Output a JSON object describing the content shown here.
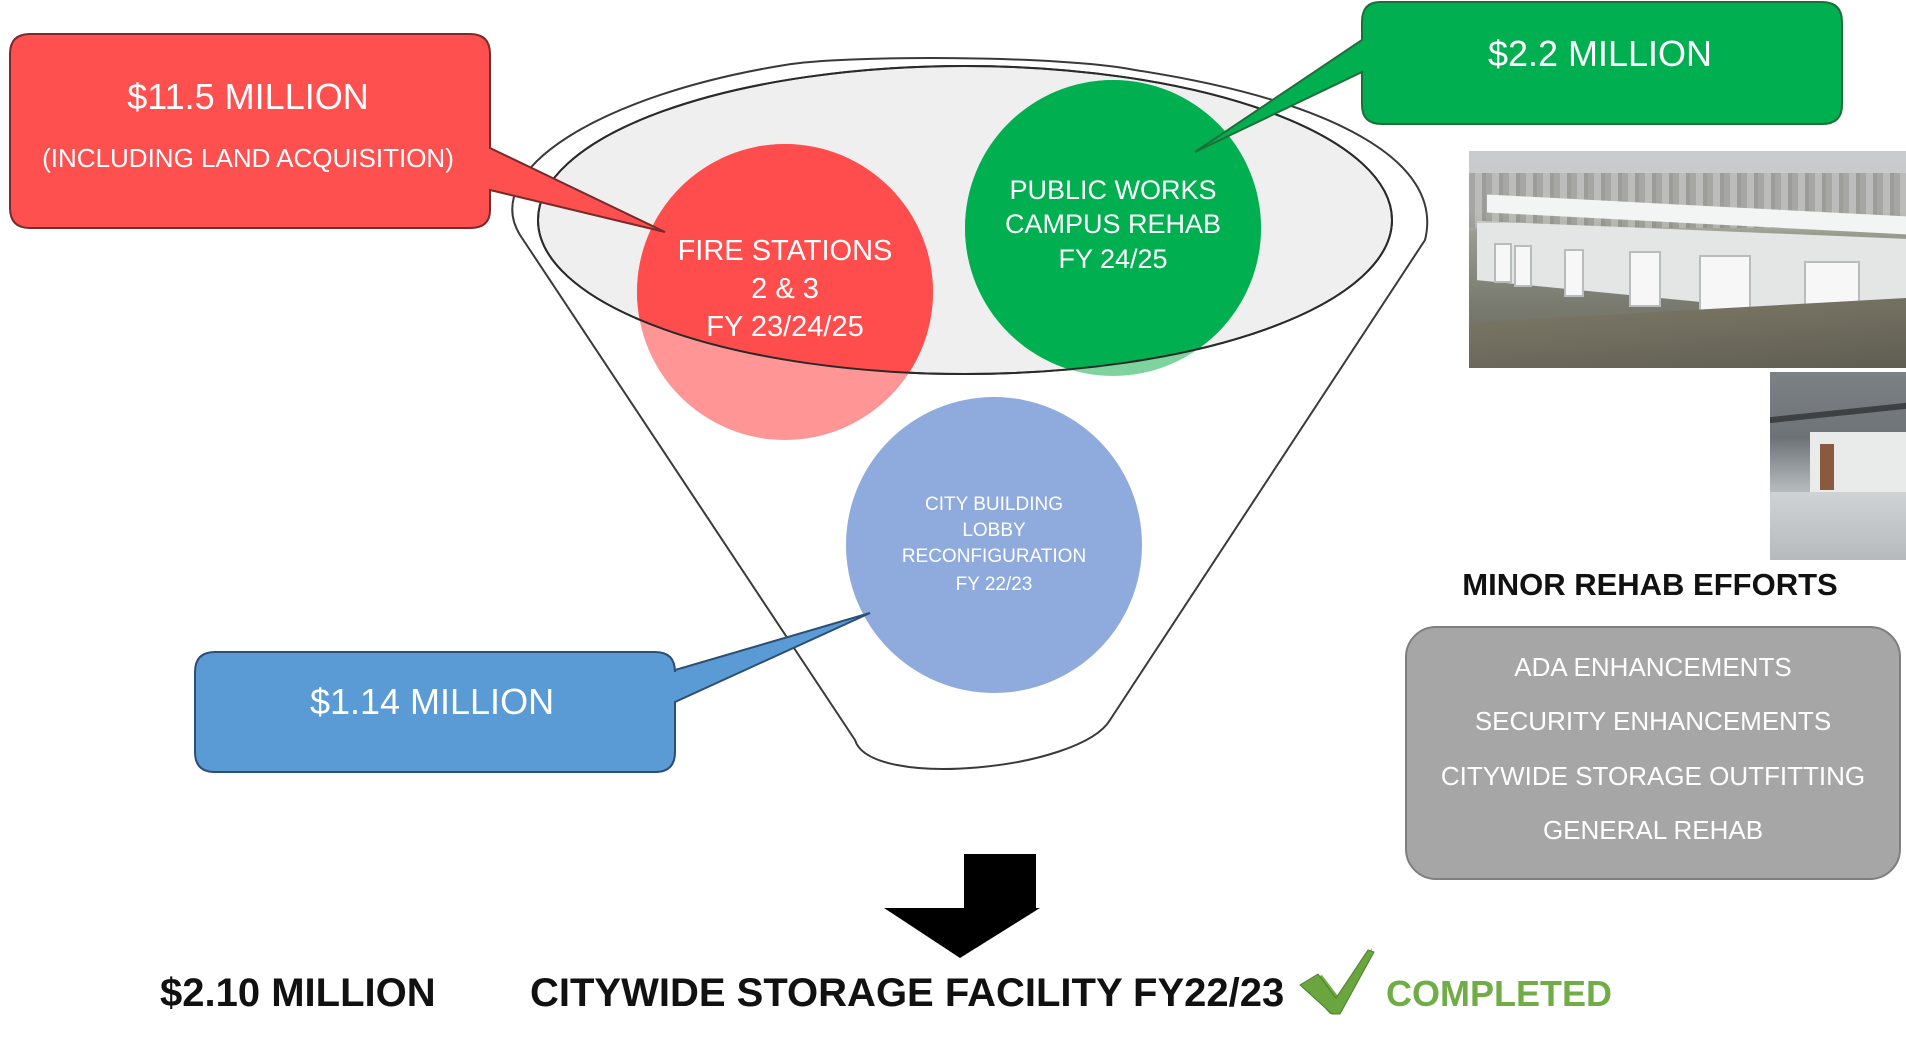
{
  "funnel": {
    "fire_station": {
      "lines": [
        "FIRE STATIONS",
        "2 & 3",
        "FY 23/24/25"
      ],
      "color": "#ff4d4d"
    },
    "public_works": {
      "lines": [
        "PUBLIC WORKS",
        "CAMPUS REHAB",
        "FY 24/25"
      ],
      "color": "#00b050"
    },
    "city_building": {
      "lines": [
        "CITY BUILDING",
        "LOBBY",
        "RECONFIGURATION",
        "FY 22/23"
      ],
      "color": "#8faadc"
    }
  },
  "callouts": {
    "fire": {
      "amount": "$11.5 MILLION",
      "note": "(INCLUDING LAND ACQUISITION)",
      "color": "#ff5050"
    },
    "public_works": {
      "amount": "$2.2 MILLION",
      "color": "#00b050"
    },
    "city_building": {
      "amount": "$1.14 MILLION",
      "color": "#5b9bd5"
    }
  },
  "minor_rehab": {
    "title": "MINOR REHAB EFFORTS",
    "items": [
      "ADA ENHANCEMENTS",
      "SECURITY ENHANCEMENTS",
      "CITYWIDE STORAGE OUTFITTING",
      "GENERAL REHAB"
    ],
    "color": "#a6a6a6"
  },
  "result": {
    "amount": "$2.10 MILLION",
    "project": "CITYWIDE STORAGE FACILITY FY22/23",
    "status": "COMPLETED",
    "status_color": "#70ad47"
  },
  "photos": {
    "exterior_icon": "storage-building-exterior-photo",
    "interior_icon": "storage-building-interior-photo"
  }
}
